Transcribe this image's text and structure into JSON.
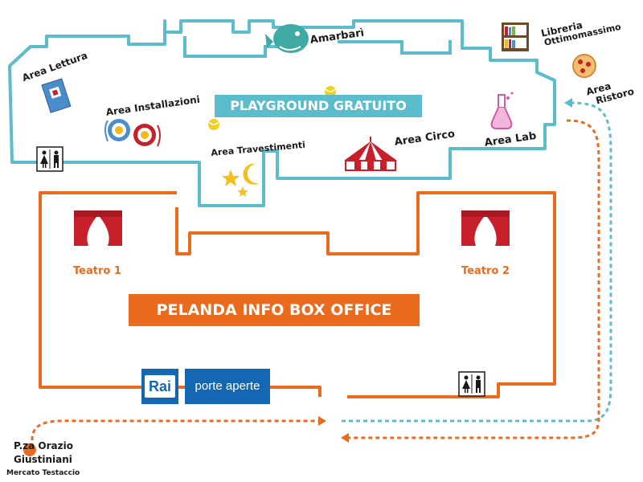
{
  "areas": {
    "lettura": "Area Lettura",
    "installazioni": "Area Installazioni",
    "travestimenti": "Area Travestimenti",
    "circo": "Area Circo",
    "lab": "Area Lab",
    "ristoro_line1": "Area",
    "ristoro_line2": "Ristoro",
    "amarbari": "Amarbarì",
    "libreria_line1": "Libreria",
    "libreria_line2": "Ottimomassimo"
  },
  "banners": {
    "playground": "PLAYGROUND GRATUITO",
    "info_box": "PELANDA INFO BOX OFFICE"
  },
  "theatres": {
    "teatro1": "Teatro 1",
    "teatro2": "Teatro 2"
  },
  "rai": {
    "logo": "Rai",
    "tagline": "porte aperte"
  },
  "location": {
    "line1": "P.za Orazio",
    "line2": "Giustiniani",
    "line3": "Mercato Testaccio"
  },
  "colors": {
    "playground_outline": "#5bbccb",
    "theatre_outline": "#ea6a1e",
    "info_banner": "#ea6a1e",
    "playground_banner": "#5bbccb",
    "rai_blue": "#1468b3",
    "curtain_red": "#c8202b"
  },
  "icons": [
    "book-icon",
    "spiral-icon",
    "stars-moon-icon",
    "circus-tent-icon",
    "flask-icon",
    "pizza-icon",
    "bookshelf-icon",
    "whale-icon",
    "restroom-icon",
    "theatre-curtain-icon",
    "ball-icon"
  ]
}
